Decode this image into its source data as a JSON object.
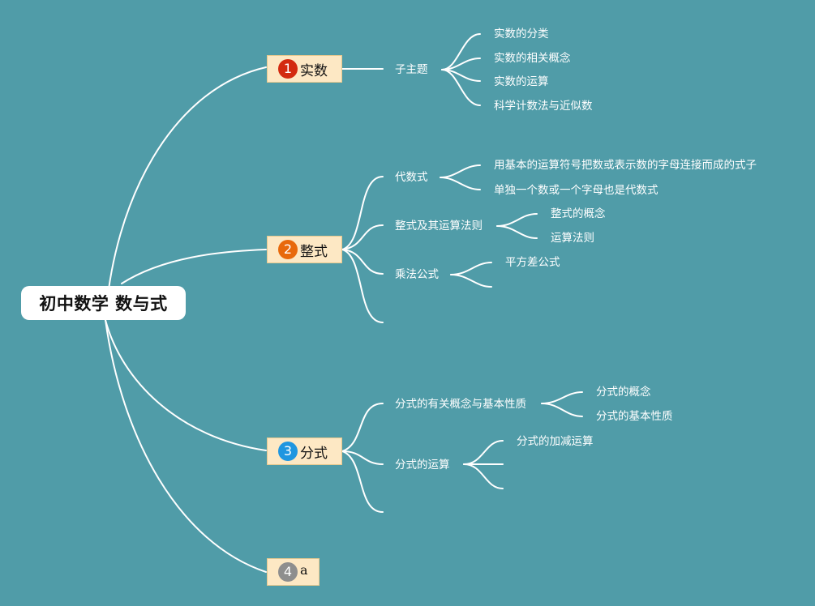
{
  "root": {
    "title": "初中数学 数与式"
  },
  "branches": [
    {
      "num": "1",
      "label": "实数",
      "badge_color": "#d32a0f"
    },
    {
      "num": "2",
      "label": "整式",
      "badge_color": "#e8690b"
    },
    {
      "num": "3",
      "label": "分式",
      "badge_color": "#1f96e0"
    },
    {
      "num": "4",
      "label": "a",
      "badge_color": "#8e8e8e"
    }
  ],
  "topics": {
    "b1_t1": "子主题",
    "b1_t1_s1": "实数的分类",
    "b1_t1_s2": "实数的相关概念",
    "b1_t1_s3": "实数的运算",
    "b1_t1_s4": "科学计数法与近似数",
    "b2_t1": "代数式",
    "b2_t1_s1": "用基本的运算符号把数或表示数的字母连接而成的式子",
    "b2_t1_s2": "单独一个数或一个字母也是代数式",
    "b2_t2": "整式及其运算法则",
    "b2_t2_s1": "整式的概念",
    "b2_t2_s2": "运算法则",
    "b2_t3": "乘法公式",
    "b2_t3_s1": "平方差公式",
    "b3_t1": "分式的有关概念与基本性质",
    "b3_t1_s1": "分式的概念",
    "b3_t1_s2": "分式的基本性质",
    "b3_t2": "分式的运算",
    "b3_t2_s1": "分式的加减运算"
  },
  "colors": {
    "background": "#509ca8",
    "branch_fill": "#fde8c4",
    "line": "#ffffff"
  }
}
